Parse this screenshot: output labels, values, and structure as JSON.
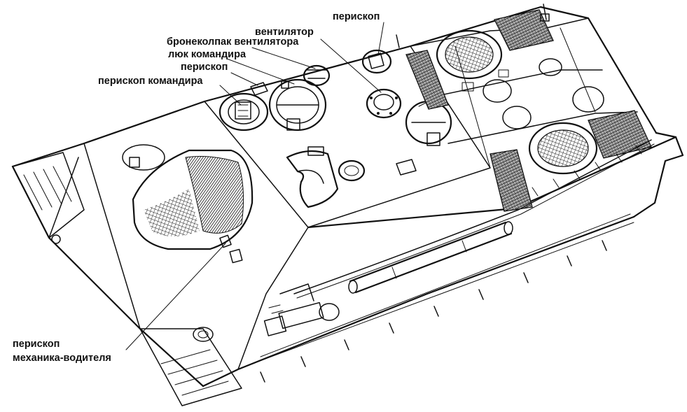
{
  "figure": {
    "labels": {
      "periscope_top": "перископ",
      "fan": "вентилятор",
      "fan_cover": "бронеколпак вентилятора",
      "commander_hatch": "люк командира",
      "periscope_mid": "перископ",
      "commander_periscope": "перископ командира",
      "driver_periscope_line1": "перископ",
      "driver_periscope_line2": "механика-водителя"
    },
    "colors": {
      "ink": "#111111",
      "background": "#ffffff"
    }
  }
}
